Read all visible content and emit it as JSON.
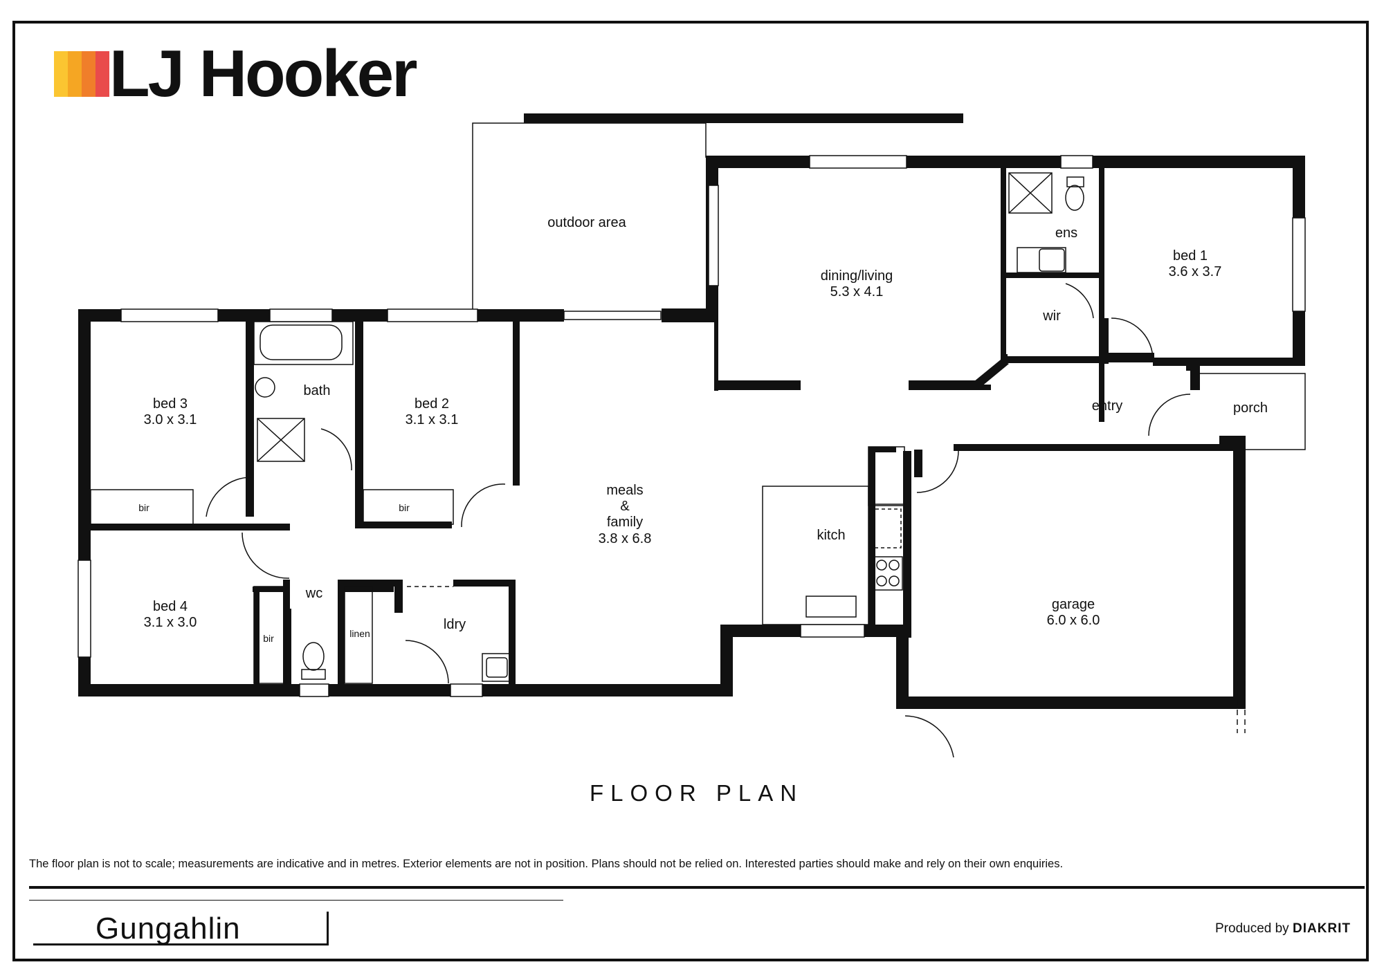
{
  "brand": {
    "name": "LJ Hooker",
    "colors": [
      "#FBC531",
      "#F5A623",
      "#F07E2A",
      "#E94B4B"
    ]
  },
  "rooms": {
    "outdoor_area": "outdoor area",
    "dining_living": "dining/living",
    "dining_living_size": "5.3 x 4.1",
    "ens": "ens",
    "bed1": "bed 1",
    "bed1_size": "3.6 x 3.7",
    "wir": "wir",
    "entry": "entry",
    "porch": "porch",
    "bed3": "bed 3",
    "bed3_size": "3.0 x 3.1",
    "bath": "bath",
    "bed2": "bed 2",
    "bed2_size": "3.1 x 3.1",
    "bir": "bir",
    "meals_line1": "meals",
    "meals_line2": "&",
    "meals_line3": "family",
    "meals_size": "3.8 x 6.8",
    "kitch": "kitch",
    "bed4": "bed 4",
    "bed4_size": "3.1 x 3.0",
    "wc": "wc",
    "linen": "linen",
    "ldry": "ldry",
    "garage": "garage",
    "garage_size": "6.0 x 6.0"
  },
  "title": "FLOOR PLAN",
  "disclaimer": "The floor plan is not to scale; measurements are indicative and in metres. Exterior elements are not in position. Plans should not be relied on. Interested parties should make and rely on their own enquiries.",
  "suburb": "Gungahlin",
  "credit": {
    "prefix": "Produced by",
    "company": "DIAKRIT"
  }
}
